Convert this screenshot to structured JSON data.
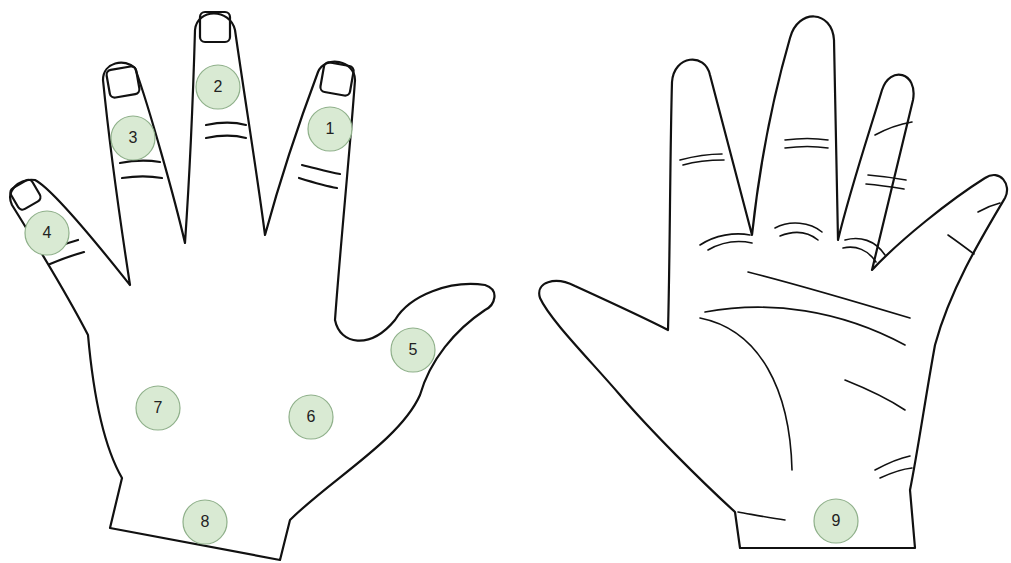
{
  "diagram": {
    "nodes": [
      {
        "text": [
          "1"
        ]
      },
      {
        "text": [
          "2"
        ]
      },
      {
        "text": [
          "3"
        ]
      },
      {
        "text": [
          "4"
        ]
      },
      {
        "text": [
          "5"
        ]
      },
      {
        "text": [
          "6"
        ]
      },
      {
        "text": [
          "7"
        ]
      },
      {
        "text": [
          "8"
        ]
      },
      {
        "text": [
          "9"
        ]
      }
    ]
  }
}
